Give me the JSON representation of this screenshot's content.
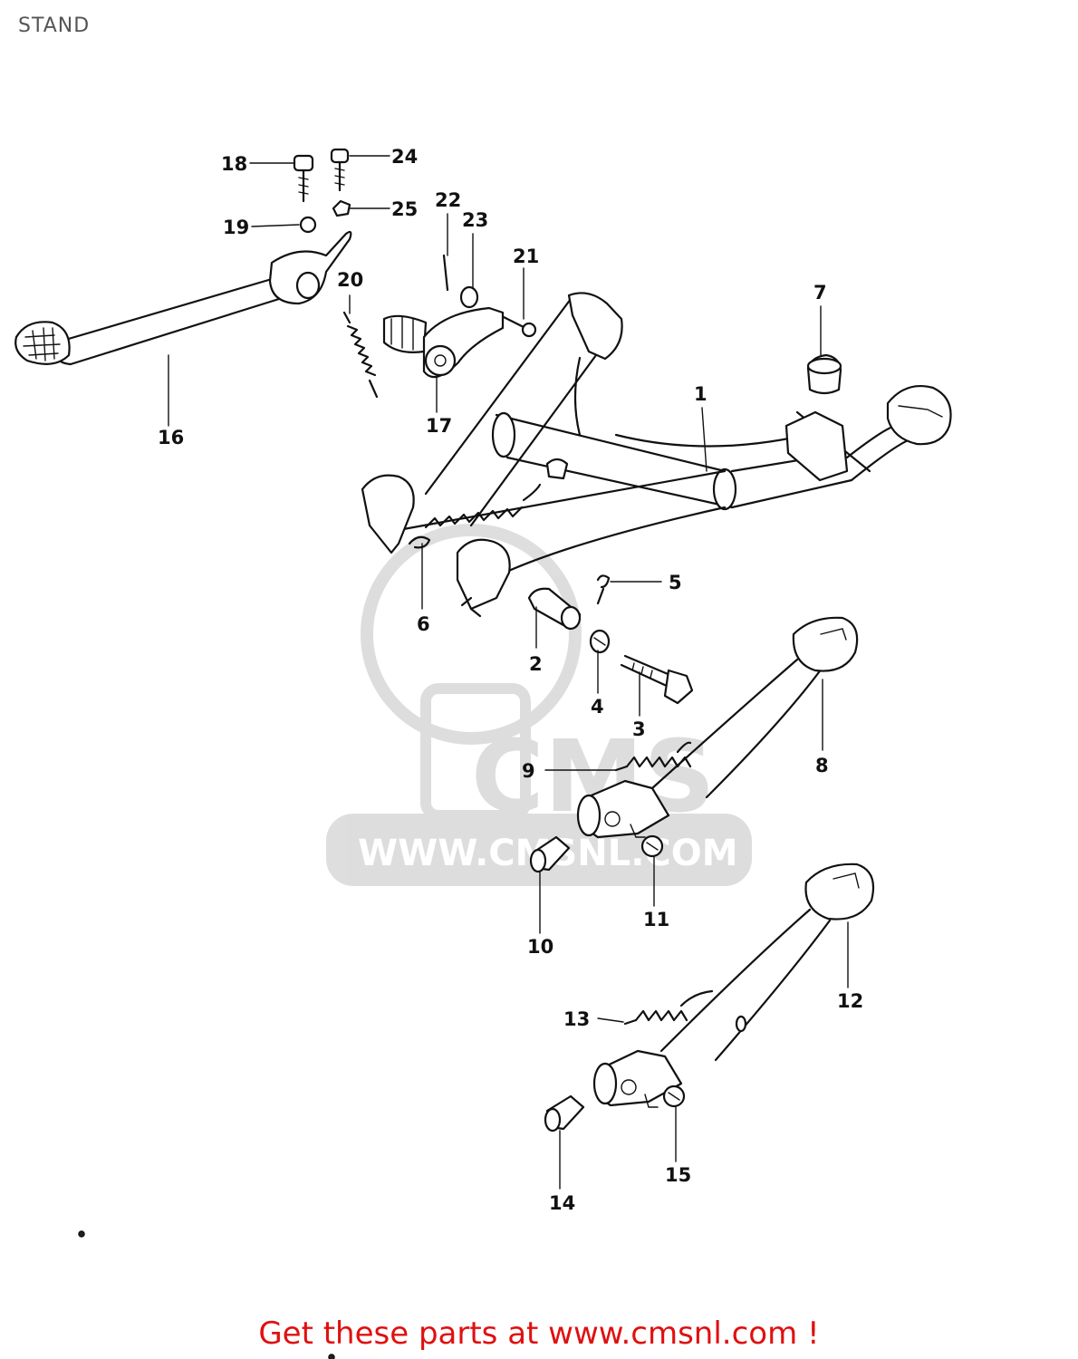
{
  "title": "STAND",
  "watermark": {
    "logo": "CMS",
    "url": "WWW.CMSNL.COM"
  },
  "callouts": [
    "1",
    "2",
    "3",
    "4",
    "5",
    "6",
    "7",
    "8",
    "9",
    "10",
    "11",
    "12",
    "13",
    "14",
    "15",
    "16",
    "17",
    "18",
    "19",
    "20",
    "21",
    "22",
    "23",
    "24",
    "25"
  ],
  "footer": {
    "text": "Get these parts at www.cmsnl.com !"
  },
  "colors": {
    "footer": "#e01010",
    "line": "#111111",
    "title": "#555555"
  }
}
